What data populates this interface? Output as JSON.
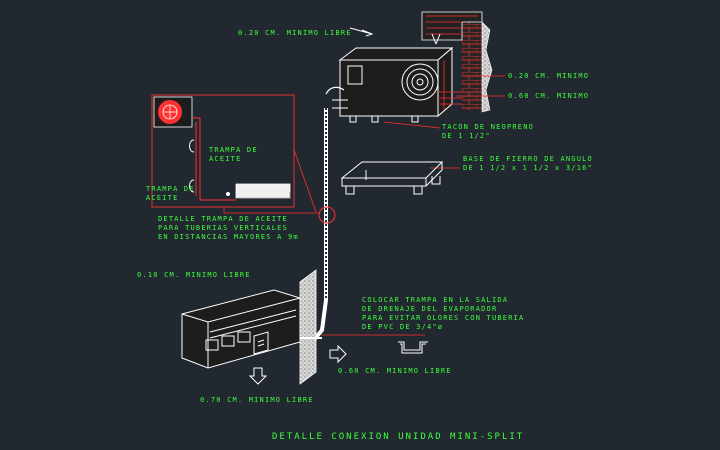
{
  "title": "DETALLE CONEXION UNIDAD MINI-SPLIT",
  "labels": {
    "top_clearance": "0.20 CM. MINIMO LIBRE",
    "side_min_020": "0.20 CM. MINIMO",
    "side_min_060": "0.60 CM. MINIMO",
    "tacon_1": "TACON DE NEOPRENO",
    "tacon_2": "DE 1 1/2\"",
    "base_1": "BASE DE FIERRO DE ANGULO",
    "base_2": "DE 1 1/2 x 1 1/2 x 3/16\"",
    "trampa_1a": "TRAMPA DE",
    "trampa_1b": "ACEITE",
    "trampa_2a": "TRAMPA DE",
    "trampa_2b": "ACEITE",
    "detalle_1": "DETALLE TRAMPA DE ACEITE",
    "detalle_2": "PARA TUBERIAS VERTICALES",
    "detalle_3": "EN DISTANCIAS MAYORES A 9m",
    "indoor_top": "0.10 CM. MINIMO LIBRE",
    "colocar_1": "COLOCAR TRAMPA EN LA SALIDA",
    "colocar_2": "DE DRENAJE DEL EVAPORADOR",
    "colocar_3": "PARA EVITAR OLORES CON TUBERIA",
    "colocar_4": "DE PVC DE 3/4\"ø",
    "indoor_side": "0.60 CM. MINIMO LIBRE",
    "indoor_bottom": "0.70 CM. MINIMO LIBRE"
  },
  "colors": {
    "background": "#212830",
    "text": "#3cff3c",
    "red": "#ff3030",
    "white": "#ffffff"
  }
}
